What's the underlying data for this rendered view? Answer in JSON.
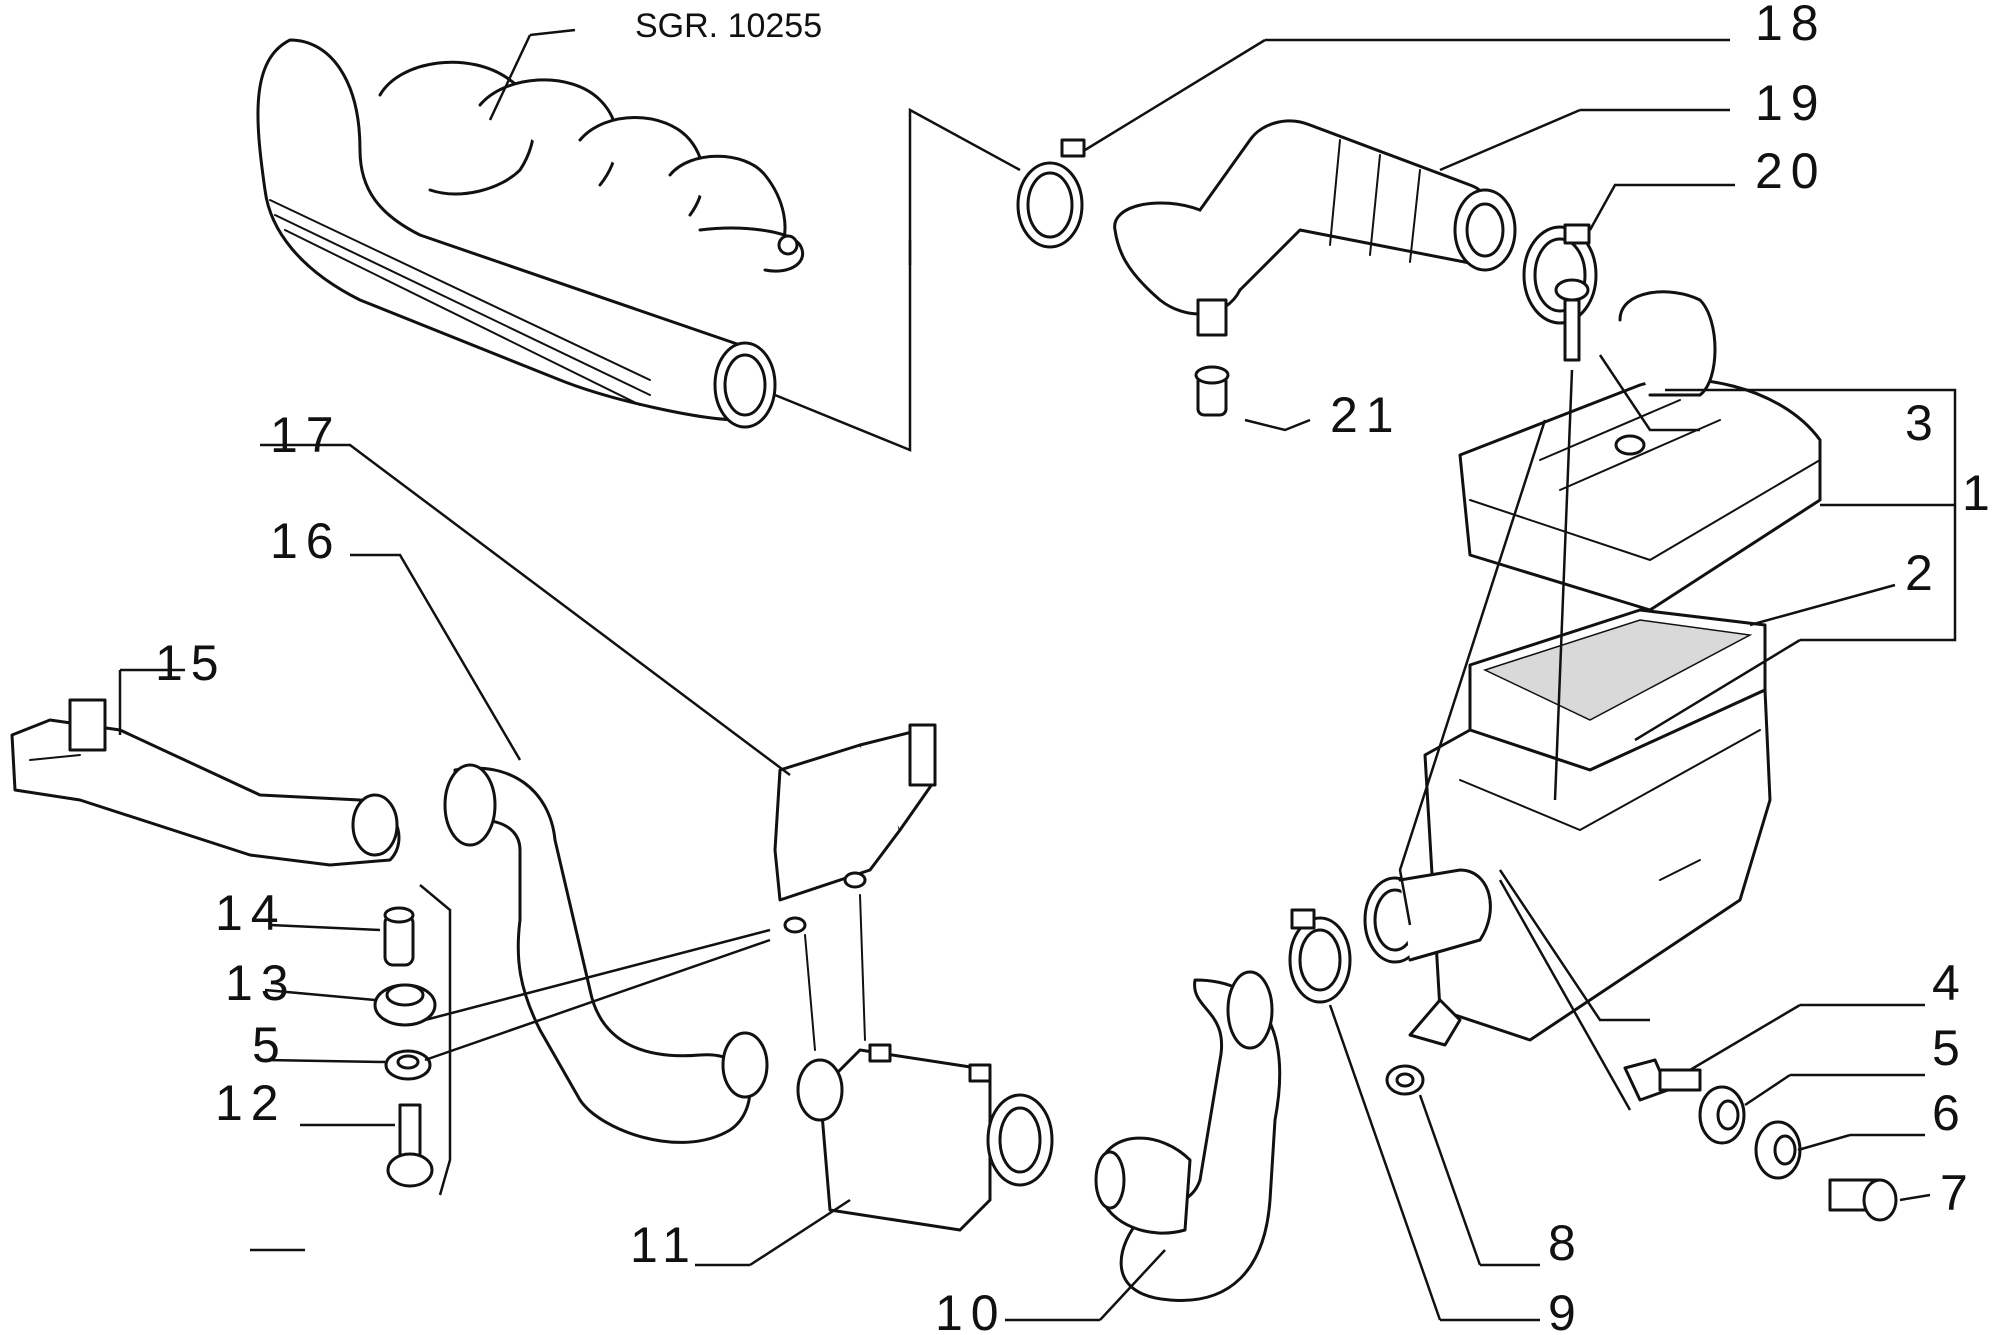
{
  "diagram": {
    "reference": "SGR. 10255",
    "callouts": {
      "c1": "1",
      "c2": "2",
      "c3": "3",
      "c4": "4",
      "c5a": "5",
      "c5b": "5",
      "c6": "6",
      "c7": "7",
      "c8": "8",
      "c9": "9",
      "c10": "10",
      "c11": "11",
      "c12": "12",
      "c13": "13",
      "c14": "14",
      "c15": "15",
      "c16": "16",
      "c17": "17",
      "c18": "18",
      "c19": "19",
      "c20": "20",
      "c21": "21"
    }
  }
}
